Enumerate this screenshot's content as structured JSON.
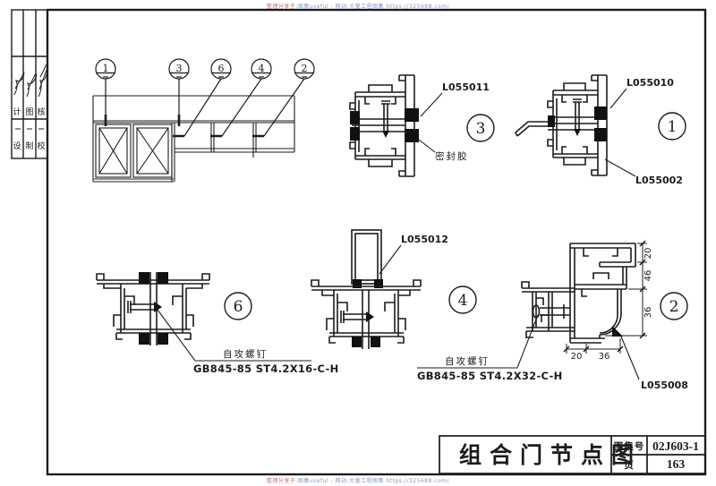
{
  "watermark": {
    "top_red": "整理分享于:",
    "top_blue": "图集useful - 网站:大量工程图集 https://325688.com/",
    "bottom_red": "整理分享于:",
    "bottom_blue": "图集useful - 网站:大量工程图集 https://325688.com/"
  },
  "title_strip": {
    "row1": [
      "计",
      "图",
      "核"
    ],
    "row2": [
      "设",
      "制",
      "校"
    ]
  },
  "elevation": {
    "callout_1": "1",
    "callout_3": "3",
    "callout_6": "6",
    "callout_4": "4",
    "callout_2": "2"
  },
  "detail_3": {
    "number": "3",
    "part_label": "L055011",
    "sealant_label": "密封胶"
  },
  "detail_1": {
    "number": "1",
    "part_top": "L055010",
    "part_bottom": "L055002"
  },
  "detail_6": {
    "number": "6",
    "screw_name": "自攻螺钉",
    "screw_spec": "GB845-85 ST4.2X16-C-H"
  },
  "detail_4": {
    "number": "4",
    "part_label": "L055012",
    "screw_name": "自攻螺钉",
    "screw_spec": "GB845-85 ST4.2X32-C-H"
  },
  "detail_2": {
    "number": "2",
    "part_label": "L055008",
    "dim_right": [
      "20",
      "46",
      "36"
    ],
    "dim_bottom": [
      "20",
      "36"
    ]
  },
  "title_block": {
    "title": "组合门节点图",
    "atlas_label": "图集号",
    "atlas_value": "02J603-1",
    "page_label": "页",
    "page_value": "163"
  }
}
